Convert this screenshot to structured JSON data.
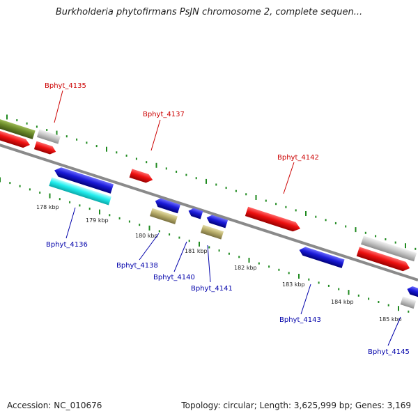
{
  "title": "Burkholderia phytofirmans PsJN chromosome 2, complete sequen...",
  "footer": {
    "accession": "Accession: NC_010676",
    "summary": "Topology: circular; Length: 3,625,999 bp; Genes: 3,169"
  },
  "colors": {
    "backbone": "#8a8a8a",
    "tick": "#1f8a1f",
    "red": "#ee1111",
    "blue": "#1a1ad8",
    "cyan": "#22eeee",
    "olive": "#6b8a2a",
    "khaki": "#b8ad6a",
    "gray": "#c8c8c8",
    "label_red": "#cc0000",
    "label_blue": "#0000aa"
  },
  "kbp_labels": [
    "178 kbp",
    "179 kbp",
    "180 kbp",
    "181 kbp",
    "182 kbp",
    "183 kbp",
    "184 kbp",
    "185 kbp"
  ],
  "gene_labels": {
    "g4135": "Bphyt_4135",
    "g4136": "Bphyt_4136",
    "g4137": "Bphyt_4137",
    "g4138": "Bphyt_4138",
    "g4140": "Bphyt_4140",
    "g4141": "Bphyt_4141",
    "g4142": "Bphyt_4142",
    "g4143": "Bphyt_4143",
    "g4145": "Bphyt_4145"
  }
}
